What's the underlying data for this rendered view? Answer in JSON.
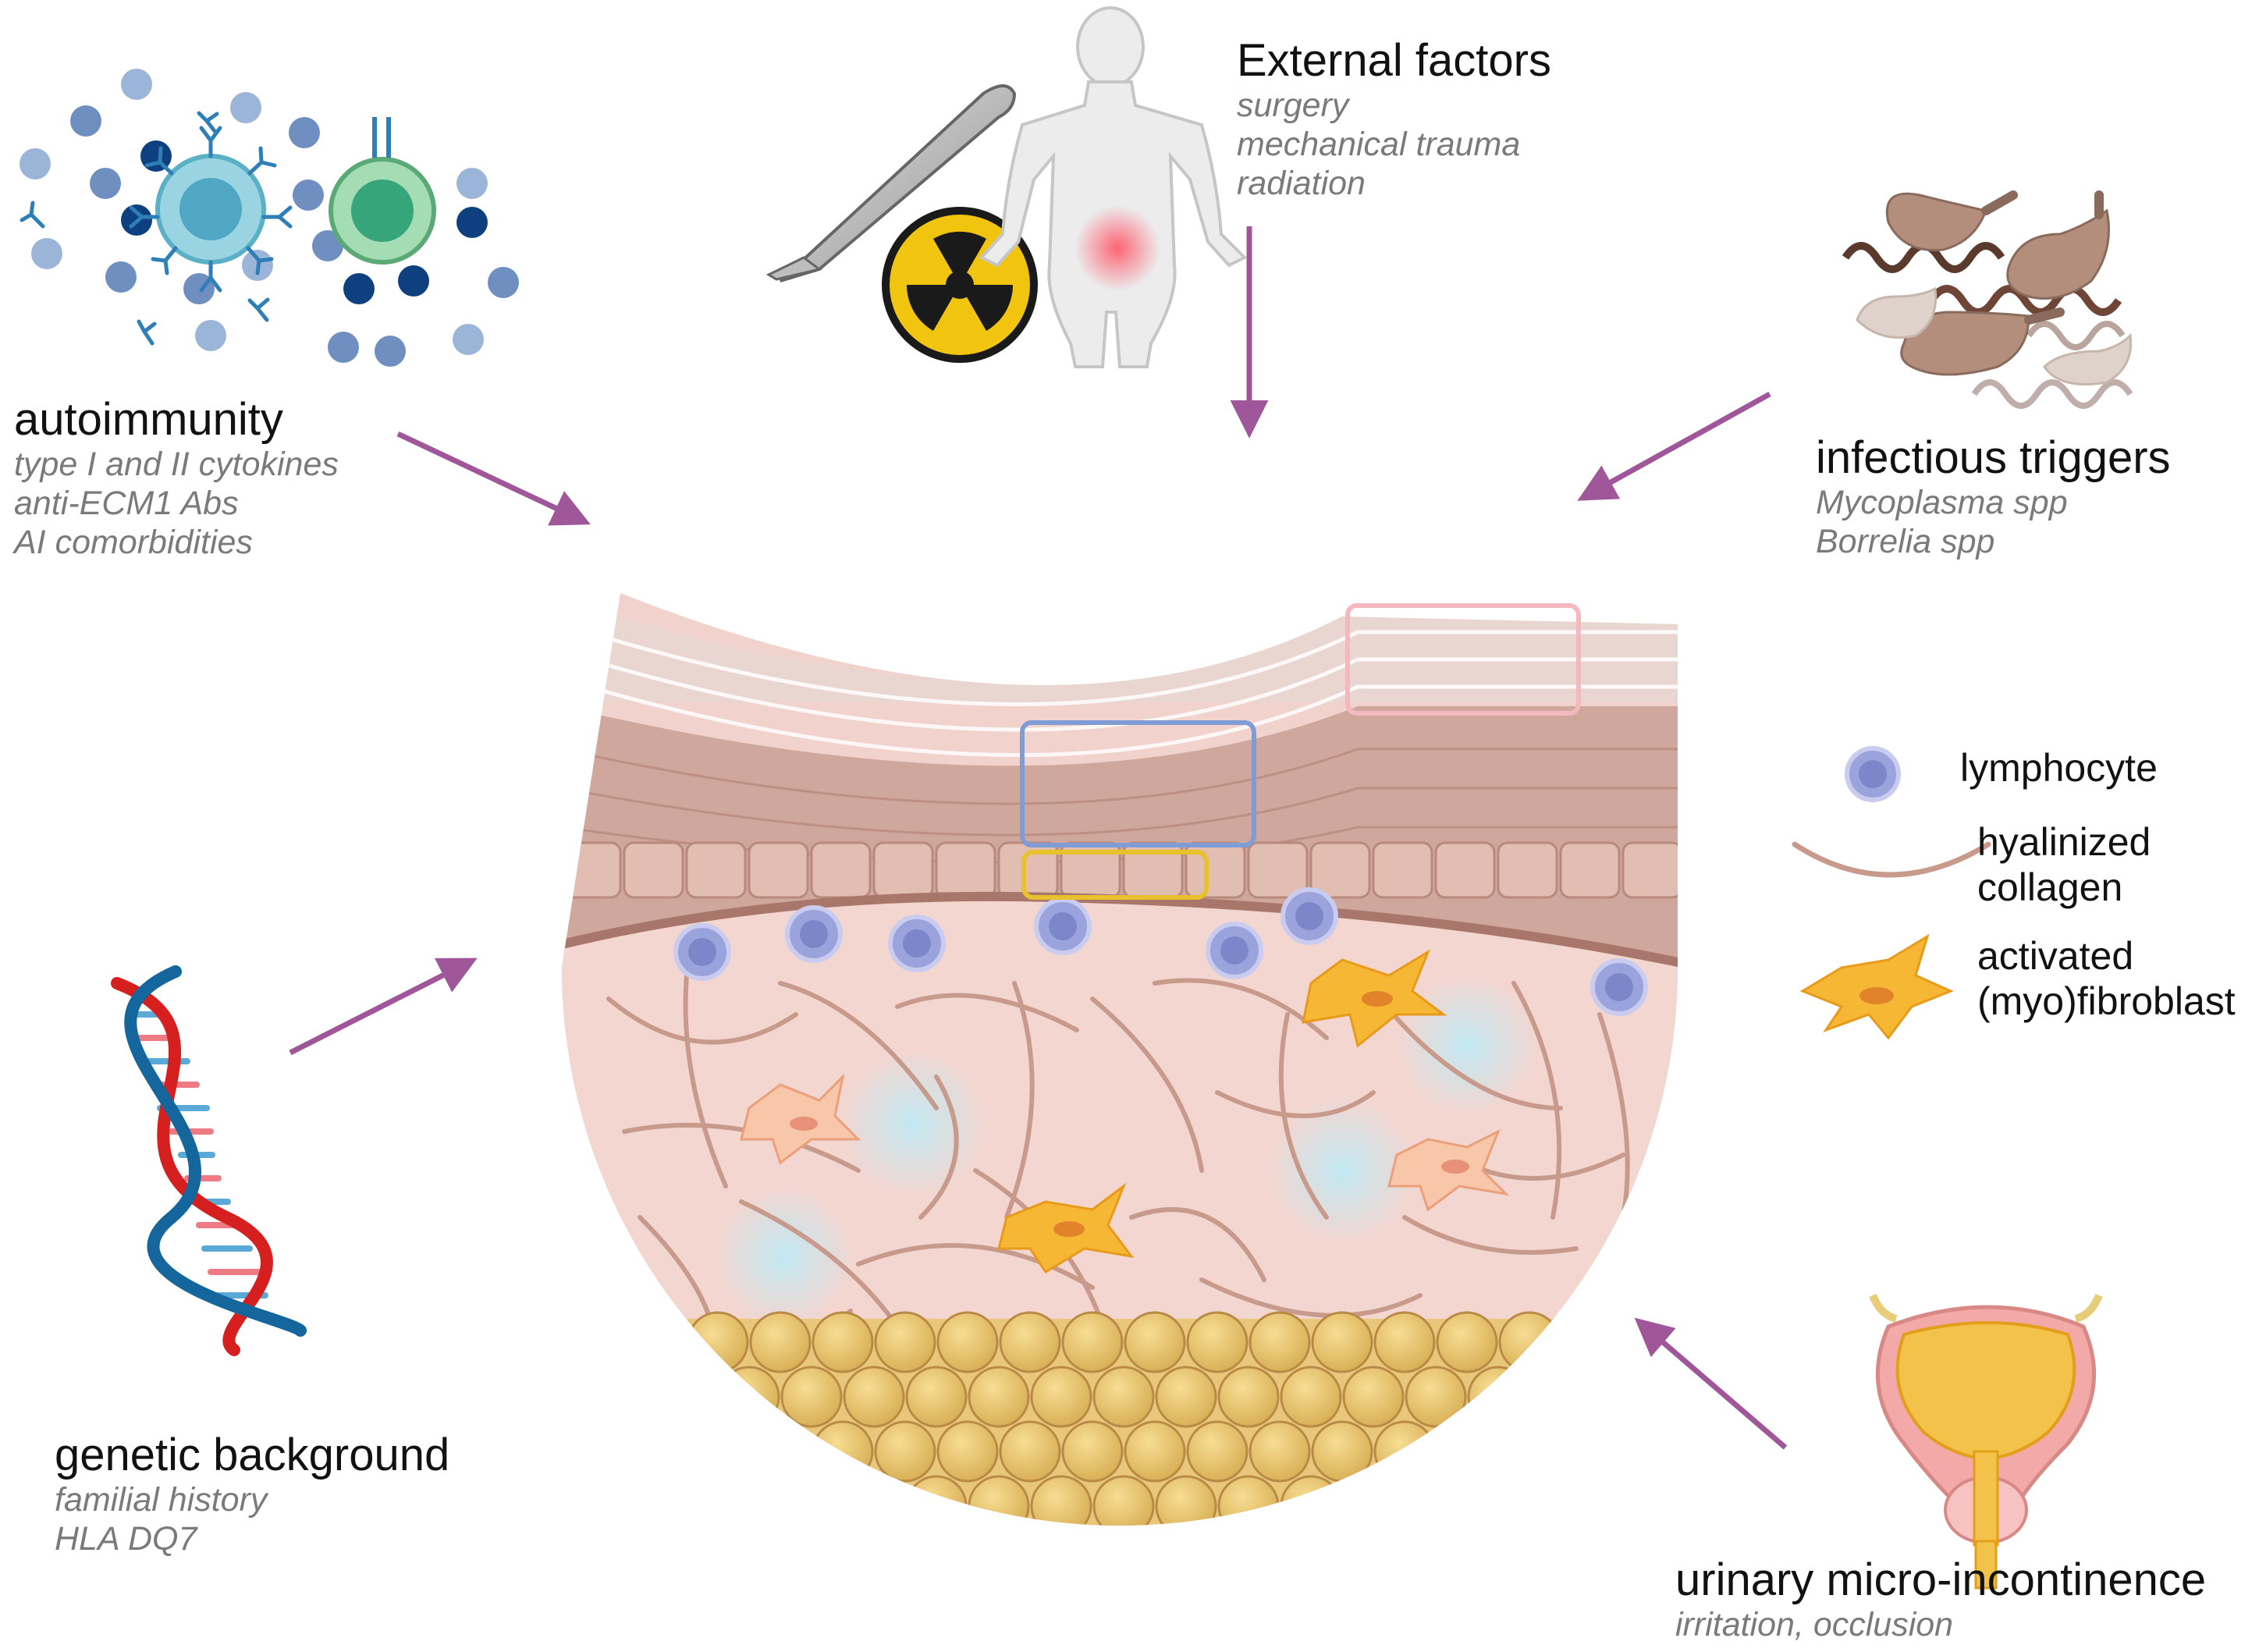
{
  "factors": {
    "autoimmunity": {
      "title": "autoimmunity",
      "details": [
        "type I and II cytokines",
        "anti-ECM1 Abs",
        "AI comorbidities"
      ]
    },
    "external": {
      "title": "External factors",
      "details": [
        "surgery",
        "mechanical trauma",
        "radiation"
      ]
    },
    "infectious": {
      "title": "infectious triggers",
      "details": [
        "Mycoplasma spp",
        "Borrelia spp"
      ]
    },
    "genetic": {
      "title": "genetic background",
      "details": [
        "familial history",
        "HLA DQ7"
      ]
    },
    "urinary": {
      "title": "urinary micro-incontinence",
      "details": [
        "irritation, occlusion"
      ]
    }
  },
  "legend": {
    "lymphocyte": "lymphocyte",
    "collagen_line1": "hyalinized",
    "collagen_line2": "collagen",
    "fibroblast_line1": "activated",
    "fibroblast_line2": "(myo)fibroblast"
  },
  "colors": {
    "arrow": "#a0579a",
    "lymphocyte": "#9ba3dc",
    "collagen": "#c79a8c",
    "fibroblast": "#f6b734",
    "fat": "#e8c46c",
    "dermis": "#f2d2cc",
    "epidermis": "#c9a095",
    "stratum_corneum": "#ead6d0"
  },
  "icons": [
    "immune-cells-icon",
    "scalpel-icon",
    "radiation-icon",
    "human-body-icon",
    "bacteria-icon",
    "dna-icon",
    "bladder-icon"
  ]
}
